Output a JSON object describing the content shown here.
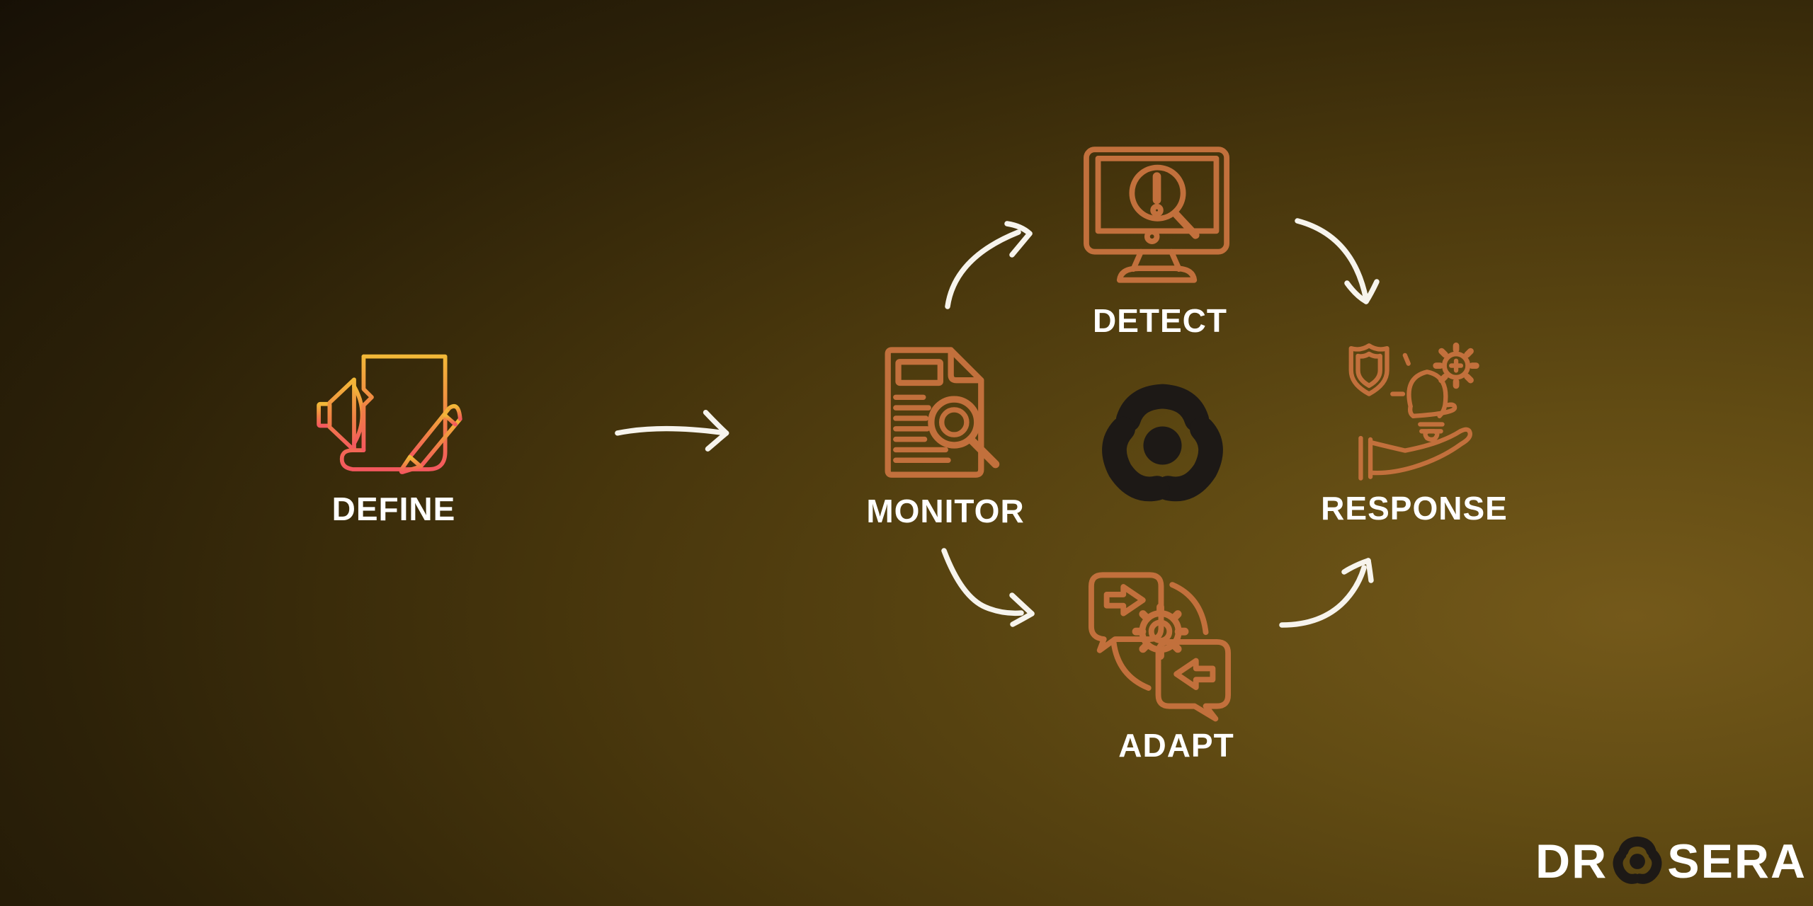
{
  "process": {
    "stages": [
      {
        "id": "define",
        "label": "DEFINE",
        "icon": "announcement-document-pen-icon"
      },
      {
        "id": "monitor",
        "label": "MONITOR",
        "icon": "document-magnifier-icon"
      },
      {
        "id": "detect",
        "label": "DETECT",
        "icon": "monitor-alert-magnifier-icon"
      },
      {
        "id": "adapt",
        "label": "ADAPT",
        "icon": "chat-bubbles-gear-sync-icon"
      },
      {
        "id": "response",
        "label": "RESPONSE",
        "icon": "hand-lightbulb-shield-gear-icon"
      }
    ],
    "connections": [
      {
        "from": "define",
        "to": "monitor",
        "style": "straight-hand-drawn-arrow"
      },
      {
        "from": "monitor",
        "to": "detect",
        "style": "curved-hand-drawn-arrow"
      },
      {
        "from": "monitor",
        "to": "adapt",
        "style": "curved-hand-drawn-arrow"
      },
      {
        "from": "detect",
        "to": "response",
        "style": "curved-hand-drawn-arrow"
      },
      {
        "from": "adapt",
        "to": "response",
        "style": "curved-hand-drawn-arrow"
      }
    ],
    "center_icon": "drosera-emblem"
  },
  "brand": {
    "name": "DROSERA",
    "wordmark_prefix": "DR",
    "wordmark_suffix": "SERA",
    "emblem": "drosera-emblem"
  },
  "colors": {
    "background_dark": "#070402",
    "background_gold": "#74591a",
    "icon_orange": "#c2703c",
    "define_grad_top": "#f2b838",
    "define_grad_mid": "#f08045",
    "define_grad_bottom": "#f4585e",
    "label_white": "#ffffff",
    "arrow_white": "#f7f4ed",
    "emblem_dark": "#1d1916"
  }
}
